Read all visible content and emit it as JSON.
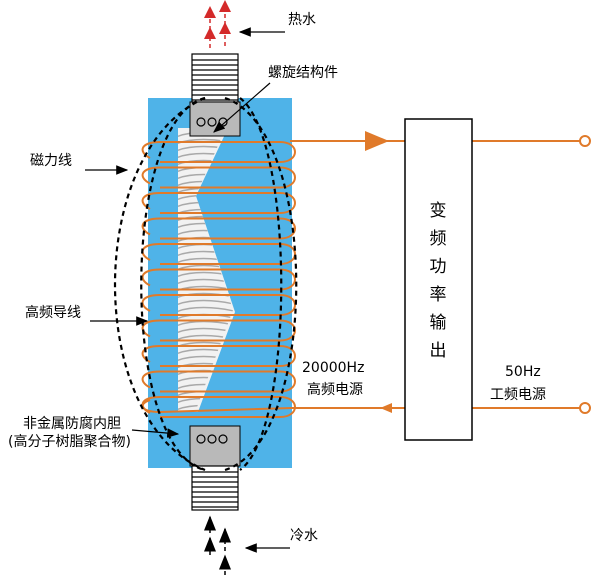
{
  "labels": {
    "hot_water": "热水",
    "spiral_component": "螺旋结构件",
    "magnetic_lines": "磁力线",
    "hf_wire": "高频导线",
    "hf_power_value": "20000Hz",
    "hf_power_text": "高频电源",
    "power_freq_value": "50Hz",
    "power_freq_text": "工频电源",
    "liner_line1": "非金属防腐内胆",
    "liner_line2": "(高分子树脂聚合物)",
    "cold_water": "冷水"
  },
  "converter_chars": [
    "变",
    "频",
    "功",
    "率",
    "输",
    "出"
  ],
  "colors": {
    "tank_blue": "#4fb3e8",
    "coil_orange": "#e07a2a",
    "hot_arrow_red": "#d42a2a",
    "inner_white": "#f2f2f2",
    "cap_grey": "#b9b9b9",
    "line_black": "#000000"
  }
}
